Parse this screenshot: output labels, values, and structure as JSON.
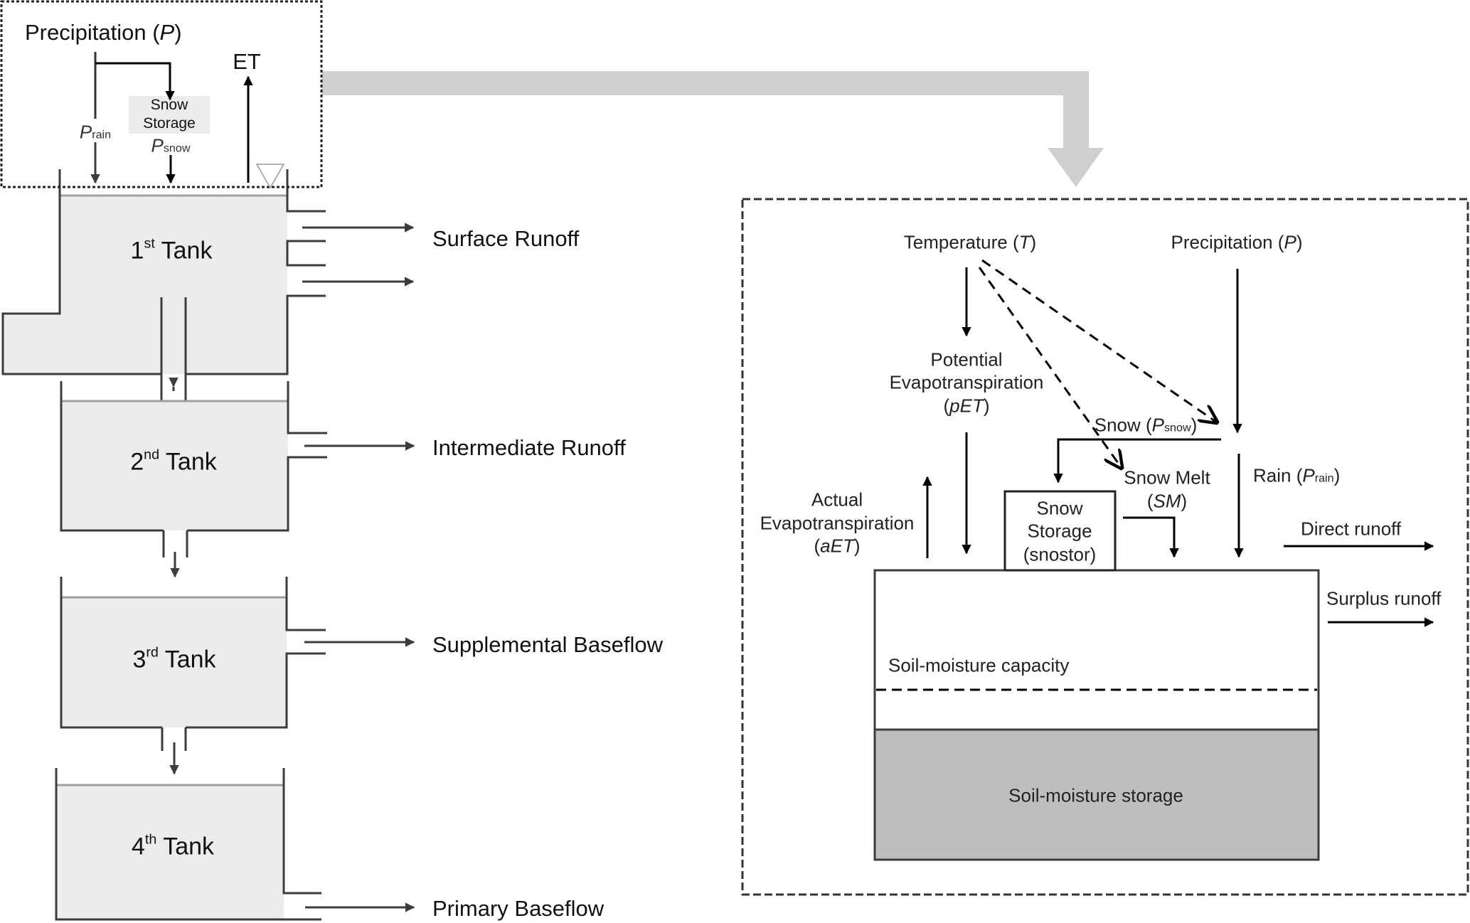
{
  "left_panel": {
    "inset": {
      "precipitation_label": "Precipitation (",
      "precipitation_symbol": "P",
      "close_paren": ")",
      "et_label": "ET",
      "snow_storage_line1": "Snow",
      "snow_storage_line2": "Storage",
      "p_rain_symbol": "P",
      "p_rain_sub": "rain",
      "p_snow_symbol": "P",
      "p_snow_sub": "snow"
    },
    "tanks": [
      {
        "number": "1",
        "suffix": "st",
        "word": "Tank",
        "outflow": "Surface Runoff"
      },
      {
        "number": "2",
        "suffix": "nd",
        "word": "Tank",
        "outflow": "Intermediate Runoff"
      },
      {
        "number": "3",
        "suffix": "rd",
        "word": "Tank",
        "outflow": "Supplemental Baseflow"
      },
      {
        "number": "4",
        "suffix": "th",
        "word": "Tank",
        "outflow": "Primary Baseflow"
      }
    ]
  },
  "right_panel": {
    "temperature": {
      "text": "Temperature (",
      "symbol": "T",
      "close": ")"
    },
    "precipitation": {
      "text": "Precipitation (",
      "symbol": "P",
      "close": ")"
    },
    "pet": {
      "line1": "Potential",
      "line2": "Evapotranspiration",
      "open": "(",
      "symbol": "pET",
      "close": ")"
    },
    "aet": {
      "line1": "Actual",
      "line2": "Evapotranspiration",
      "open": "(",
      "symbol": "aET",
      "close": ")"
    },
    "snow": {
      "text": "Snow (",
      "symbol": "P",
      "sub": "snow",
      "close": ")"
    },
    "snow_melt": {
      "line1": "Snow Melt",
      "open": "(",
      "symbol": "SM",
      "close": ")"
    },
    "rain": {
      "text": "Rain (",
      "symbol": "P",
      "sub": "rain",
      "close": ")"
    },
    "snow_storage": {
      "line1": "Snow",
      "line2": "Storage",
      "line3": "(snostor)"
    },
    "direct_runoff": "Direct runoff",
    "surplus_runoff": "Surplus runoff",
    "soil_capacity": "Soil-moisture capacity",
    "soil_storage": "Soil-moisture storage"
  },
  "colors": {
    "tank_fill": "#ececec",
    "tank_wall": "#3c3c3c",
    "water_line": "#a0a0a0",
    "connector_arrow": "#cfcfcf",
    "soil_storage_fill": "#bebebe",
    "line": "#000000"
  }
}
